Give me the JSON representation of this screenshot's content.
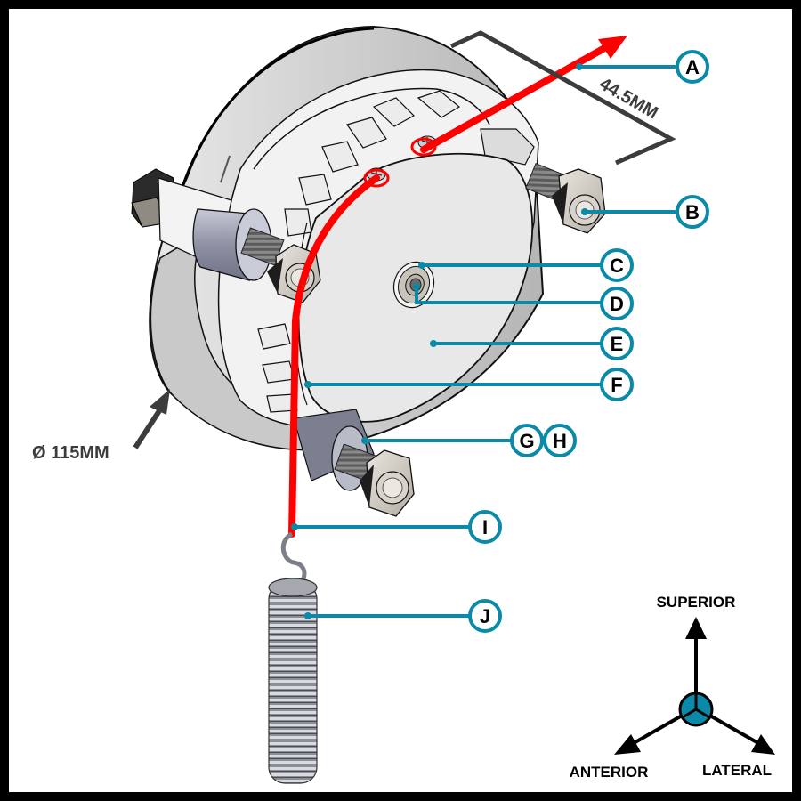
{
  "figure": {
    "subject": "Pulley / cable tensioner assembly with extension spring",
    "colors": {
      "callout": "#0a8aa8",
      "cable": "#ff0000",
      "dimension": "#3c3c3c",
      "border": "#000000",
      "background": "#ffffff"
    }
  },
  "dimensions": {
    "width_label": "44.5MM",
    "diameter_label": "Ø 115MM"
  },
  "callouts": [
    {
      "id": "A",
      "label": "A"
    },
    {
      "id": "B",
      "label": "B"
    },
    {
      "id": "C",
      "label": "C"
    },
    {
      "id": "D",
      "label": "D"
    },
    {
      "id": "E",
      "label": "E"
    },
    {
      "id": "F",
      "label": "F"
    },
    {
      "id": "G",
      "label": "G"
    },
    {
      "id": "H",
      "label": "H"
    },
    {
      "id": "I",
      "label": "I"
    },
    {
      "id": "J",
      "label": "J"
    }
  ],
  "orientation": {
    "superior": "SUPERIOR",
    "anterior": "ANTERIOR",
    "lateral": "LATERAL"
  }
}
